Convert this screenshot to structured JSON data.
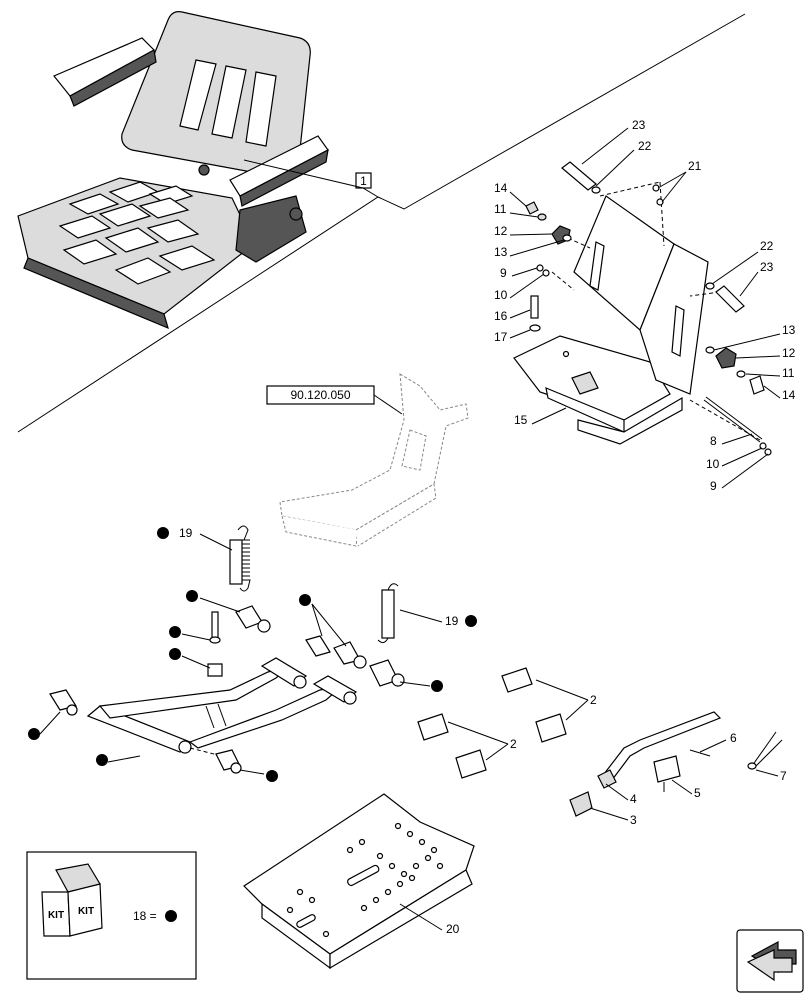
{
  "reference_box": "1",
  "reference_code": "90.120.050",
  "legend": {
    "kit_text": "KIT",
    "kit_number": "18 ="
  },
  "callouts": {
    "c23a": "23",
    "c22a": "22",
    "c21": "21",
    "c14a": "14",
    "c11a": "11",
    "c12a": "12",
    "c13a": "13",
    "c9a": "9",
    "c10a": "10",
    "c16": "16",
    "c17": "17",
    "c15": "15",
    "c22b": "22",
    "c23b": "23",
    "c13b": "13",
    "c12b": "12",
    "c11b": "11",
    "c14b": "14",
    "c8": "8",
    "c10b": "10",
    "c9b": "9",
    "c19a": "19",
    "c19b": "19",
    "c2a": "2",
    "c2b": "2",
    "c6": "6",
    "c7": "7",
    "c4": "4",
    "c5": "5",
    "c3": "3",
    "c20": "20"
  },
  "kit_marker_color": "#000000"
}
